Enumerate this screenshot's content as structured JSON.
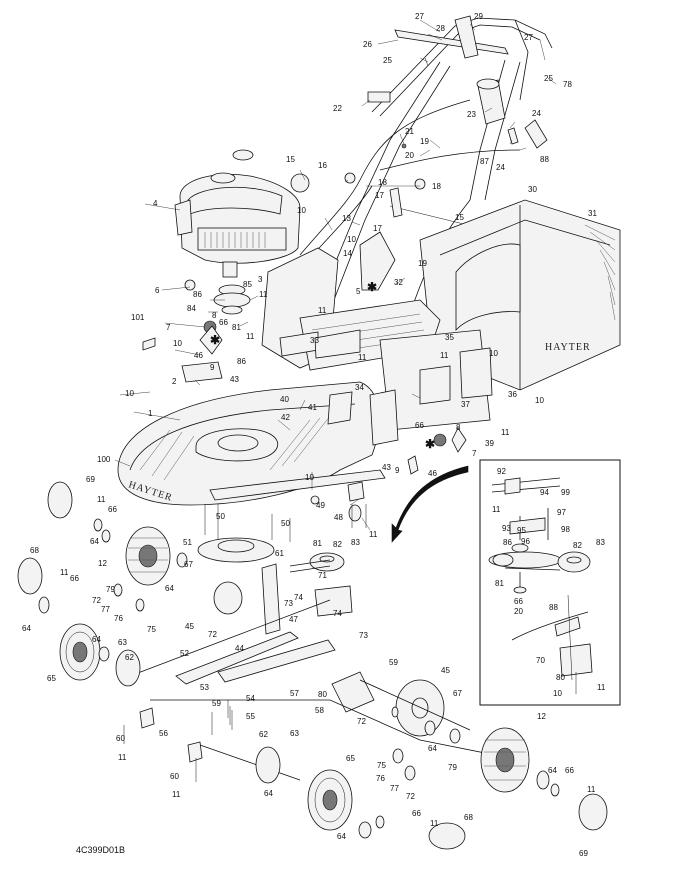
{
  "drawing_code": "4C399D01B",
  "brand_marks": [
    "HAYTER",
    "HAYTER"
  ],
  "callouts": [
    {
      "id": "c27a",
      "text": "27"
    },
    {
      "id": "c28",
      "text": "28"
    },
    {
      "id": "c29",
      "text": "29"
    },
    {
      "id": "c26",
      "text": "26"
    },
    {
      "id": "c27b",
      "text": "27"
    },
    {
      "id": "c25a",
      "text": "25"
    },
    {
      "id": "c25b",
      "text": "25"
    },
    {
      "id": "c78",
      "text": "78"
    },
    {
      "id": "c22",
      "text": "22"
    },
    {
      "id": "c23",
      "text": "23"
    },
    {
      "id": "c24a",
      "text": "24"
    },
    {
      "id": "c21",
      "text": "21"
    },
    {
      "id": "c20",
      "text": "20"
    },
    {
      "id": "c19a",
      "text": "19"
    },
    {
      "id": "c87",
      "text": "87"
    },
    {
      "id": "c24b",
      "text": "24"
    },
    {
      "id": "c88a",
      "text": "88"
    },
    {
      "id": "c15a",
      "text": "15"
    },
    {
      "id": "c16",
      "text": "16"
    },
    {
      "id": "c18a",
      "text": "18"
    },
    {
      "id": "c18b",
      "text": "18"
    },
    {
      "id": "c30",
      "text": "30"
    },
    {
      "id": "c4",
      "text": "4"
    },
    {
      "id": "c17a",
      "text": "17"
    },
    {
      "id": "c10a",
      "text": "10"
    },
    {
      "id": "c13",
      "text": "13"
    },
    {
      "id": "c10b",
      "text": "10"
    },
    {
      "id": "c17b",
      "text": "17"
    },
    {
      "id": "c15b",
      "text": "15"
    },
    {
      "id": "c31",
      "text": "31"
    },
    {
      "id": "c14",
      "text": "14"
    },
    {
      "id": "c19b",
      "text": "19"
    },
    {
      "id": "c3",
      "text": "3"
    },
    {
      "id": "c6",
      "text": "6"
    },
    {
      "id": "c85",
      "text": "85"
    },
    {
      "id": "c86a",
      "text": "86"
    },
    {
      "id": "c11a",
      "text": "11"
    },
    {
      "id": "c84",
      "text": "84"
    },
    {
      "id": "c11b",
      "text": "11"
    },
    {
      "id": "c5",
      "text": "5"
    },
    {
      "id": "c32",
      "text": "32"
    },
    {
      "id": "c101",
      "text": "101"
    },
    {
      "id": "c8a",
      "text": "8"
    },
    {
      "id": "c7a",
      "text": "7"
    },
    {
      "id": "c81a",
      "text": "81"
    },
    {
      "id": "c66a",
      "text": "66"
    },
    {
      "id": "c10c",
      "text": "10"
    },
    {
      "id": "c11c",
      "text": "11"
    },
    {
      "id": "c46a",
      "text": "46"
    },
    {
      "id": "c86b",
      "text": "86"
    },
    {
      "id": "c9a",
      "text": "9"
    },
    {
      "id": "c33",
      "text": "33"
    },
    {
      "id": "c35",
      "text": "35"
    },
    {
      "id": "c11d",
      "text": "11"
    },
    {
      "id": "c10d",
      "text": "10"
    },
    {
      "id": "c11e",
      "text": "11"
    },
    {
      "id": "c43a",
      "text": "43"
    },
    {
      "id": "c2",
      "text": "2"
    },
    {
      "id": "c10e",
      "text": "10"
    },
    {
      "id": "c34",
      "text": "34"
    },
    {
      "id": "c40",
      "text": "40"
    },
    {
      "id": "c41",
      "text": "41"
    },
    {
      "id": "c37",
      "text": "37"
    },
    {
      "id": "c36",
      "text": "36"
    },
    {
      "id": "c10f",
      "text": "10"
    },
    {
      "id": "c1",
      "text": "1"
    },
    {
      "id": "c42",
      "text": "42"
    },
    {
      "id": "c11f",
      "text": "11"
    },
    {
      "id": "c66b",
      "text": "66"
    },
    {
      "id": "c8b",
      "text": "8"
    },
    {
      "id": "c39",
      "text": "39"
    },
    {
      "id": "c7b",
      "text": "7"
    },
    {
      "id": "c43b",
      "text": "43"
    },
    {
      "id": "c9b",
      "text": "9"
    },
    {
      "id": "c46b",
      "text": "46"
    },
    {
      "id": "c100",
      "text": "100"
    },
    {
      "id": "c10g",
      "text": "10"
    },
    {
      "id": "c49",
      "text": "49"
    },
    {
      "id": "c48",
      "text": "48"
    },
    {
      "id": "c11g",
      "text": "11"
    },
    {
      "id": "c69a",
      "text": "69"
    },
    {
      "id": "c11h",
      "text": "11"
    },
    {
      "id": "c66c",
      "text": "66"
    },
    {
      "id": "c50a",
      "text": "50"
    },
    {
      "id": "c50b",
      "text": "50"
    },
    {
      "id": "c64a",
      "text": "64"
    },
    {
      "id": "c51",
      "text": "51"
    },
    {
      "id": "c81b",
      "text": "81"
    },
    {
      "id": "c82a",
      "text": "82"
    },
    {
      "id": "c83a",
      "text": "83"
    },
    {
      "id": "c68a",
      "text": "68"
    },
    {
      "id": "c12a",
      "text": "12"
    },
    {
      "id": "c61",
      "text": "61"
    },
    {
      "id": "c11i",
      "text": "11"
    },
    {
      "id": "c66d",
      "text": "66"
    },
    {
      "id": "c67a",
      "text": "67"
    },
    {
      "id": "c71",
      "text": "71"
    },
    {
      "id": "c79a",
      "text": "79"
    },
    {
      "id": "c72a",
      "text": "72"
    },
    {
      "id": "c77a",
      "text": "77"
    },
    {
      "id": "c76a",
      "text": "76"
    },
    {
      "id": "c64b",
      "text": "64"
    },
    {
      "id": "c75a",
      "text": "75"
    },
    {
      "id": "c73a",
      "text": "73"
    },
    {
      "id": "c74a",
      "text": "74"
    },
    {
      "id": "c45a",
      "text": "45"
    },
    {
      "id": "c72b",
      "text": "72"
    },
    {
      "id": "c47",
      "text": "47"
    },
    {
      "id": "c74b",
      "text": "74"
    },
    {
      "id": "c73b",
      "text": "73"
    },
    {
      "id": "c64c",
      "text": "64"
    },
    {
      "id": "c64d",
      "text": "64"
    },
    {
      "id": "c63a",
      "text": "63"
    },
    {
      "id": "c44",
      "text": "44"
    },
    {
      "id": "c62a",
      "text": "62"
    },
    {
      "id": "c65a",
      "text": "65"
    },
    {
      "id": "c52",
      "text": "52"
    },
    {
      "id": "c59a",
      "text": "59"
    },
    {
      "id": "c45b",
      "text": "45"
    },
    {
      "id": "c53",
      "text": "53"
    },
    {
      "id": "c80a",
      "text": "80"
    },
    {
      "id": "c57",
      "text": "57"
    },
    {
      "id": "c54",
      "text": "54"
    },
    {
      "id": "c58",
      "text": "58"
    },
    {
      "id": "c67b",
      "text": "67"
    },
    {
      "id": "c59b",
      "text": "59"
    },
    {
      "id": "c55",
      "text": "55"
    },
    {
      "id": "c72c",
      "text": "72"
    },
    {
      "id": "c12b",
      "text": "12"
    },
    {
      "id": "c60a",
      "text": "60"
    },
    {
      "id": "c56",
      "text": "56"
    },
    {
      "id": "c62b",
      "text": "62"
    },
    {
      "id": "c63b",
      "text": "63"
    },
    {
      "id": "c64e",
      "text": "64"
    },
    {
      "id": "c11j",
      "text": "11"
    },
    {
      "id": "c60b",
      "text": "60"
    },
    {
      "id": "c75b",
      "text": "75"
    },
    {
      "id": "c76b",
      "text": "76"
    },
    {
      "id": "c79b",
      "text": "79"
    },
    {
      "id": "c64f",
      "text": "64"
    },
    {
      "id": "c66e",
      "text": "66"
    },
    {
      "id": "c11k",
      "text": "11"
    },
    {
      "id": "c77b",
      "text": "77"
    },
    {
      "id": "c72d",
      "text": "72"
    },
    {
      "id": "c65b",
      "text": "65"
    },
    {
      "id": "c11l",
      "text": "11"
    },
    {
      "id": "c64g",
      "text": "64"
    },
    {
      "id": "c66f",
      "text": "66"
    },
    {
      "id": "c11m",
      "text": "11"
    },
    {
      "id": "c68b",
      "text": "68"
    },
    {
      "id": "c69b",
      "text": "69"
    },
    {
      "id": "i92",
      "text": "92"
    },
    {
      "id": "i94",
      "text": "94"
    },
    {
      "id": "i99",
      "text": "99"
    },
    {
      "id": "i11a",
      "text": "11"
    },
    {
      "id": "i97",
      "text": "97"
    },
    {
      "id": "i93",
      "text": "93"
    },
    {
      "id": "i95",
      "text": "95"
    },
    {
      "id": "i98",
      "text": "98"
    },
    {
      "id": "i86",
      "text": "86"
    },
    {
      "id": "i96",
      "text": "96"
    },
    {
      "id": "i82",
      "text": "82"
    },
    {
      "id": "i83",
      "text": "83"
    },
    {
      "id": "i81",
      "text": "81"
    },
    {
      "id": "i66",
      "text": "66"
    },
    {
      "id": "i20",
      "text": "20"
    },
    {
      "id": "i88",
      "text": "88"
    },
    {
      "id": "i70",
      "text": "70"
    },
    {
      "id": "i80",
      "text": "80"
    },
    {
      "id": "i10",
      "text": "10"
    },
    {
      "id": "i11b",
      "text": "11"
    }
  ]
}
